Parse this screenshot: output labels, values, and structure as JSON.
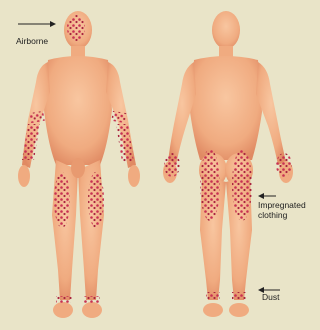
{
  "labels": {
    "airborne": "Airborne",
    "impregnated_line1": "Impregnated",
    "impregnated_line2": "clothing",
    "dust": "Dust"
  },
  "colors": {
    "background": "#e9e4c8",
    "skin": "#f3b487",
    "skin_shadow": "#e58a63",
    "rash": "#c73052",
    "rash_dark": "#9c1f3c"
  }
}
